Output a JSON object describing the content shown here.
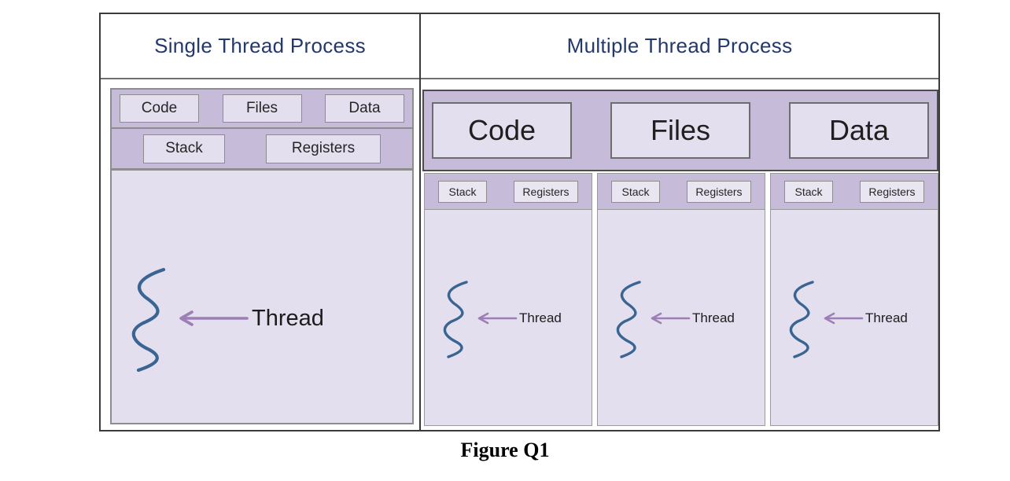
{
  "figure": {
    "caption": "Figure Q1",
    "colors": {
      "band_purple": "#C6BCDA",
      "panel_lavender": "#E4DFEE",
      "title_blue": "#23386B",
      "thread_line": "#3A6491",
      "arrow_purple": "#9B7FB5",
      "border_gray": "#8D8D8D",
      "border_dark": "#3B3B3B"
    }
  },
  "left_panel": {
    "title": "Single Thread Process",
    "resources_row1": [
      {
        "label": "Code"
      },
      {
        "label": "Files"
      },
      {
        "label": "Data"
      }
    ],
    "resources_row2": [
      {
        "label": "Stack"
      },
      {
        "label": "Registers"
      }
    ],
    "thread": {
      "label": "Thread",
      "squiggle_icon": "thread-squiggle-icon",
      "arrow_icon": "left-arrow-icon"
    }
  },
  "right_panel": {
    "title": "Multiple Thread Process",
    "shared_resources": [
      {
        "label": "Code"
      },
      {
        "label": "Files"
      },
      {
        "label": "Data"
      }
    ],
    "threads": [
      {
        "stack_label": "Stack",
        "registers_label": "Registers",
        "thread_label": "Thread"
      },
      {
        "stack_label": "Stack",
        "registers_label": "Registers",
        "thread_label": "Thread"
      },
      {
        "stack_label": "Stack",
        "registers_label": "Registers",
        "thread_label": "Thread"
      }
    ]
  }
}
